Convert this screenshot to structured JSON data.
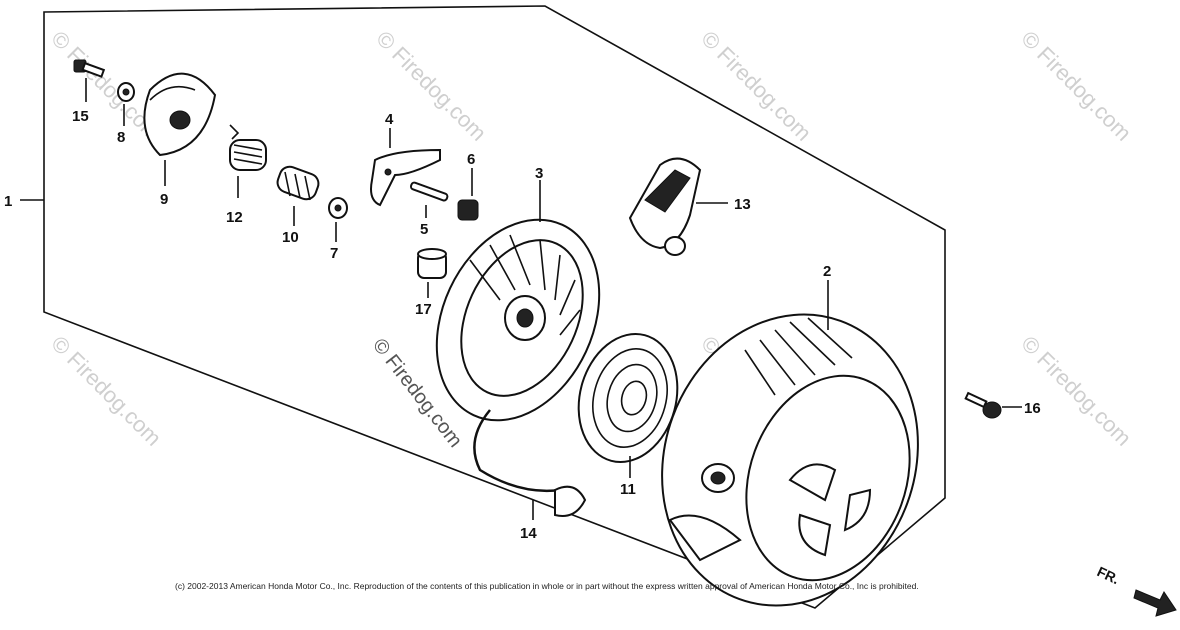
{
  "diagram": {
    "callouts": [
      {
        "id": "1",
        "label": "1"
      },
      {
        "id": "2",
        "label": "2"
      },
      {
        "id": "3",
        "label": "3"
      },
      {
        "id": "4",
        "label": "4"
      },
      {
        "id": "5",
        "label": "5"
      },
      {
        "id": "6",
        "label": "6"
      },
      {
        "id": "7",
        "label": "7"
      },
      {
        "id": "8",
        "label": "8"
      },
      {
        "id": "9",
        "label": "9"
      },
      {
        "id": "10",
        "label": "10"
      },
      {
        "id": "11",
        "label": "11"
      },
      {
        "id": "12",
        "label": "12"
      },
      {
        "id": "13",
        "label": "13"
      },
      {
        "id": "14",
        "label": "14"
      },
      {
        "id": "15",
        "label": "15"
      },
      {
        "id": "16",
        "label": "16"
      },
      {
        "id": "17",
        "label": "17"
      }
    ],
    "watermark": "© Firedog.com",
    "copyright": "(c) 2002-2013 American Honda Motor Co., Inc. Reproduction of the contents of this publication in whole or in part without the express written approval of American Honda Motor Co., Inc is prohibited.",
    "direction_label": "FR."
  }
}
